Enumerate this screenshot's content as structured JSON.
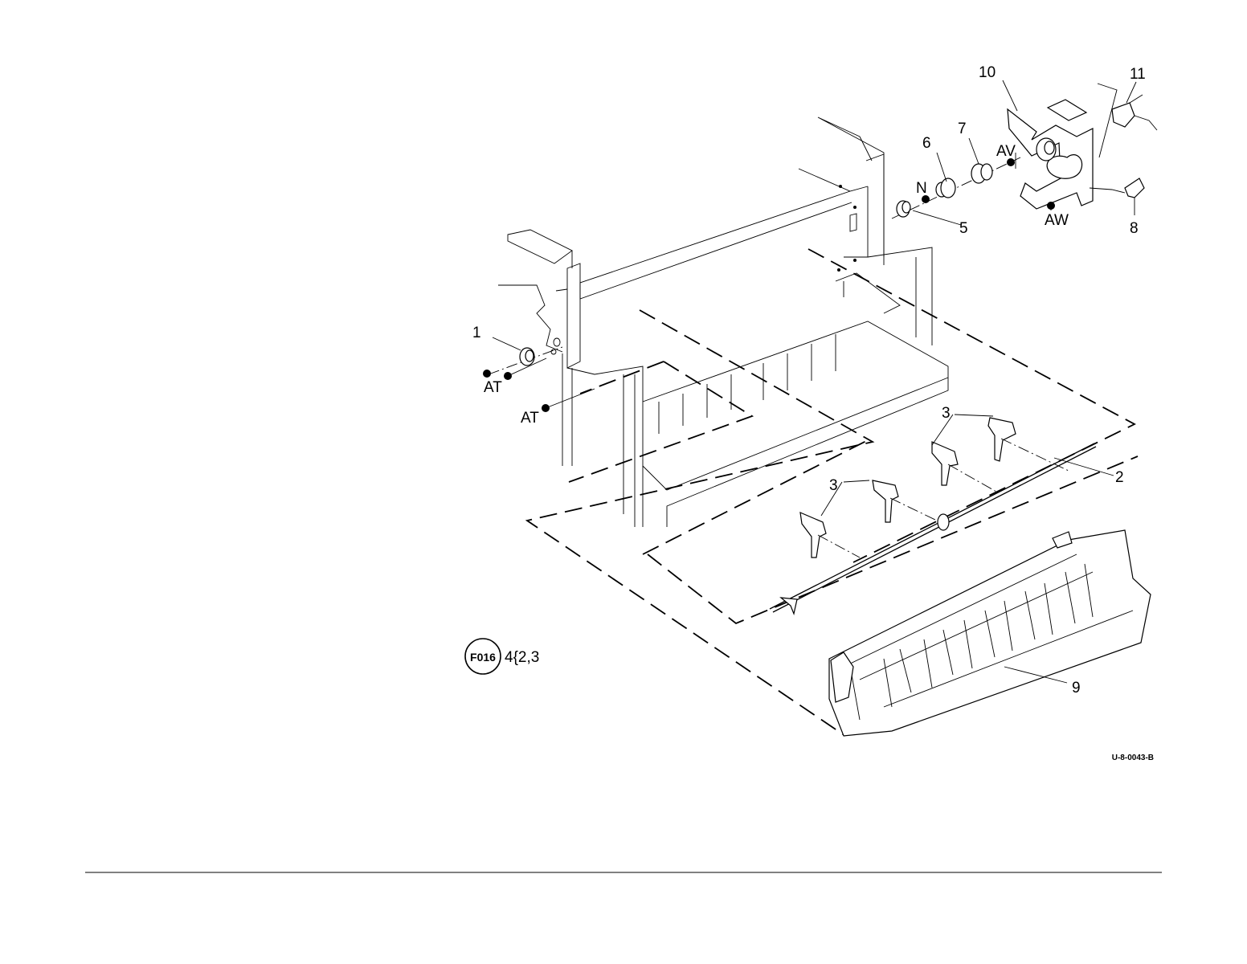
{
  "callouts": {
    "c1": "1",
    "c2": "2",
    "c3a": "3",
    "c3b": "3",
    "c5": "5",
    "c6": "6",
    "c7": "7",
    "c8": "8",
    "c9": "9",
    "c10": "10",
    "c11": "11"
  },
  "fasteners": {
    "at1": "AT",
    "at2": "AT",
    "n": "N",
    "av": "AV",
    "aw": "AW"
  },
  "reference": {
    "badge": "F016",
    "text": "4{2,3"
  },
  "figure_code": "U-8-0043-B"
}
